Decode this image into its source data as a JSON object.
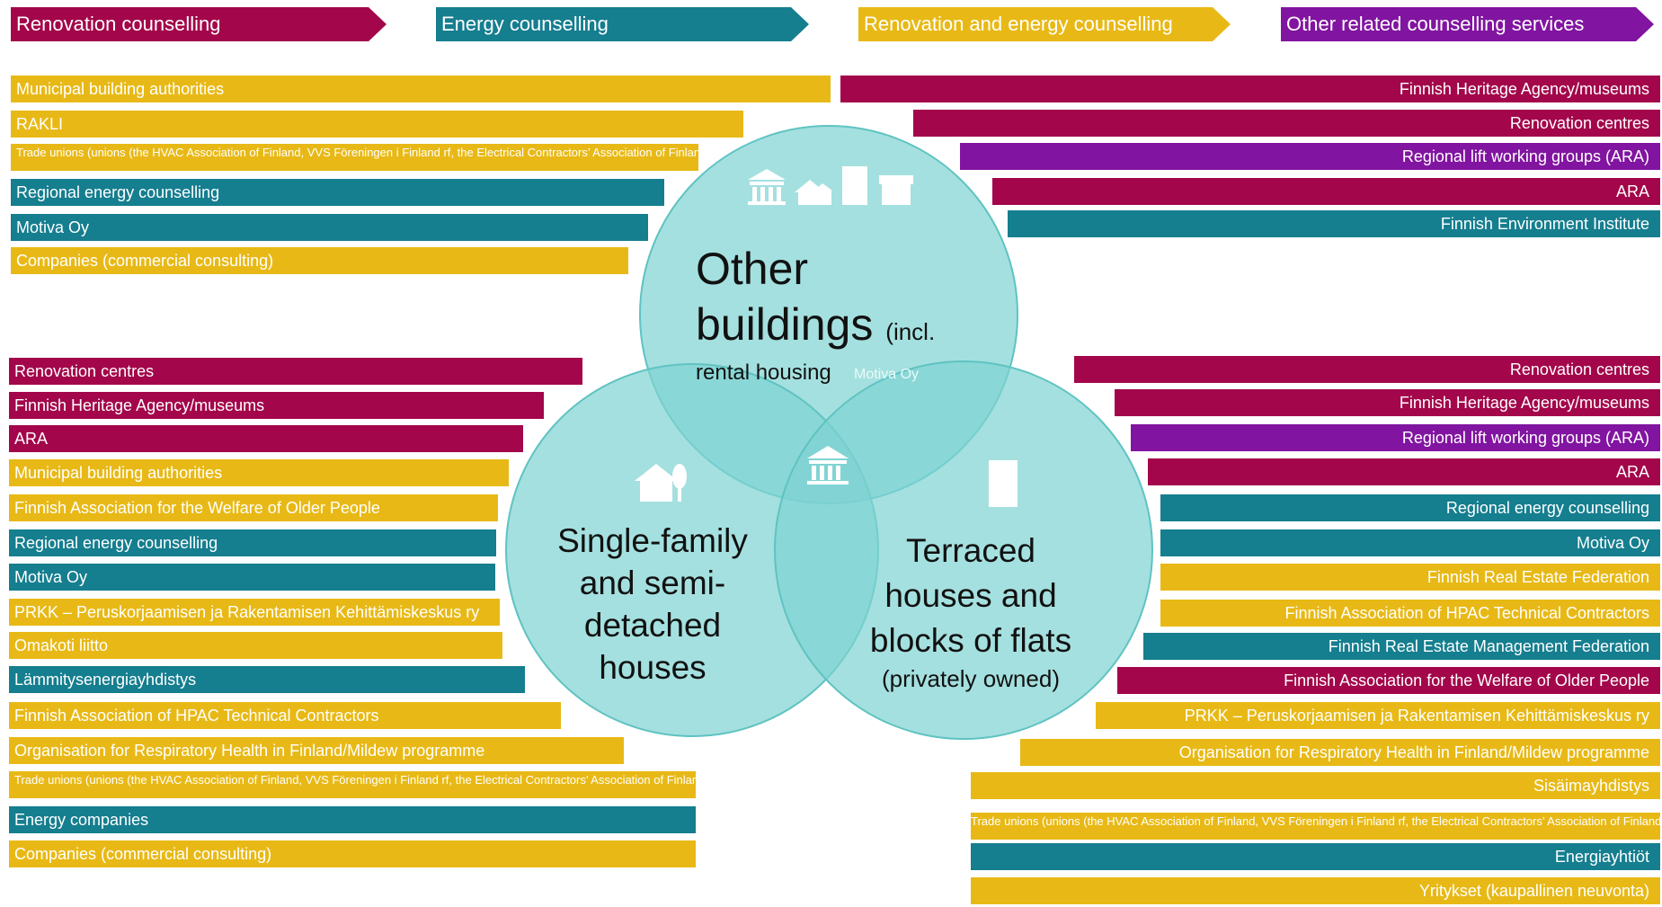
{
  "colors": {
    "renovation": "#A3064A",
    "energy": "#157E8F",
    "both": "#E8B916",
    "other": "#8114A0",
    "circle_fill": "#7ED3D2",
    "circle_stroke": "#5FC3C2"
  },
  "legend": {
    "renovation": "Renovation counselling",
    "energy": "Energy counselling",
    "both": "Renovation and energy counselling",
    "other": "Other related counselling services"
  },
  "venn": {
    "other_buildings_title_1": "Other",
    "other_buildings_title_2": "buildings",
    "other_buildings_incl": "(incl.",
    "other_buildings_sub": "rental housing",
    "other_buildings_overlap": "Motiva Oy",
    "single_family_1": "Single-family",
    "single_family_2": "and semi-",
    "single_family_3": "detached",
    "single_family_4": "houses",
    "terraced_1": "Terraced",
    "terraced_2": "houses and",
    "terraced_3": "blocks of flats",
    "terraced_4": "(privately owned)"
  },
  "icons": {
    "top": [
      "bank-icon",
      "houses-icon",
      "office-building-icon",
      "shop-icon"
    ],
    "left": "house-tree-icon",
    "center": "bank-icon",
    "right": "apartment-building-icon"
  },
  "top_left": [
    "Municipal building authorities",
    "RAKLI",
    "Trade unions (unions (the HVAC Association of Finland, VVS Föreningen i Finland rf, the Electrical Contractors’ Association of Finland, Sähköturvallisuuden edistämiskeskus STEK ry)",
    "Regional energy counselling",
    "Motiva Oy",
    "Companies (commercial consulting)"
  ],
  "top_right": [
    "Finnish Heritage Agency/museums",
    "Renovation centres",
    "Regional lift working groups (ARA)",
    "ARA",
    "Finnish Environment Institute"
  ],
  "bottom_left": [
    "Renovation centres",
    "Finnish Heritage Agency/museums",
    "ARA",
    "Municipal building authorities",
    "Finnish Association for the Welfare of Older People",
    "Regional energy counselling",
    "Motiva Oy",
    "PRKK – Peruskorjaamisen ja Rakentamisen Kehittämiskeskus ry",
    "Omakoti liitto",
    "Lämmitysenergiayhdistys",
    "Finnish Association of HPAC Technical Contractors",
    "Organisation for Respiratory Health in Finland/Mildew programme",
    "Trade unions (unions (the HVAC Association of Finland, VVS Föreningen i Finland rf, the Electrical Contractors’ Association of Finland, Sähköturvallisuuden edistämiskeskus STEK ry)",
    "Energy companies",
    "Companies (commercial consulting)"
  ],
  "bottom_right": [
    "Renovation centres",
    "Finnish Heritage Agency/museums",
    "Regional lift working groups (ARA)",
    "ARA",
    "Regional energy counselling",
    "Motiva Oy",
    "Finnish Real Estate Federation",
    "Finnish Association of HPAC Technical Contractors",
    "Finnish Real Estate Management Federation",
    "Finnish Association for the Welfare of Older People",
    "PRKK – Peruskorjaamisen ja Rakentamisen Kehittämiskeskus ry",
    "Organisation for Respiratory Health in Finland/Mildew programme",
    "Sisäimayhdistys",
    "Trade unions (unions (the HVAC Association of Finland, VVS Föreningen i Finland rf, the Electrical Contractors’ Association of Finland, Sähköturvall",
    "Energiayhtiöt",
    "Yritykset (kaupallinen neuvonta)"
  ]
}
